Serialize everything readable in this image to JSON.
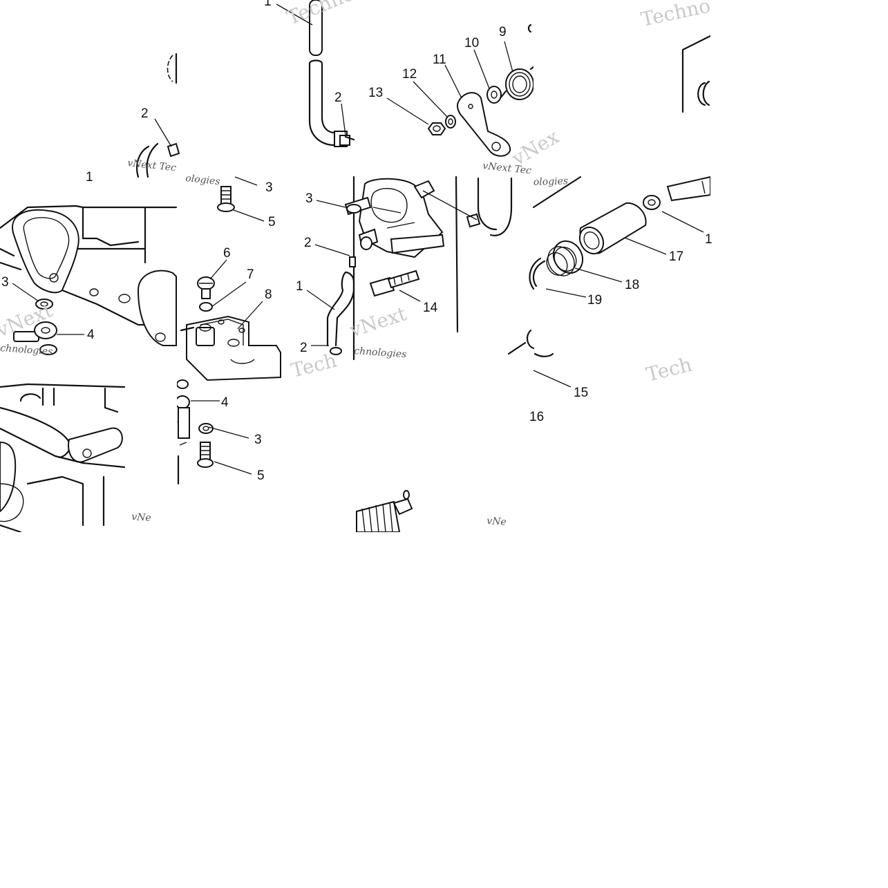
{
  "diagram": {
    "watermarks": {
      "brand": "vNext",
      "brand_alt": "vNex",
      "word": "Technologies",
      "word_partial_1": "Techno",
      "word_partial_2": "Tech",
      "word_partial_3": "Tec",
      "word_partial_4": "chnologies",
      "word_partial_5": "ologies",
      "phrase": "vNext Technologies",
      "phrase_partial": "vNext Tec",
      "phrase_partial_2": "vNe"
    },
    "callouts": {
      "c1_top": "1",
      "c2_top": "2",
      "c2_left": "2",
      "c1_left": "1",
      "c9": "9",
      "c10": "10",
      "c11": "11",
      "c12": "12",
      "c13": "13",
      "c3_a": "3",
      "c5_a": "5",
      "c3_b": "3",
      "c2_b": "2",
      "c1_b": "1",
      "c6": "6",
      "c7": "7",
      "c8": "8",
      "c3_c": "3",
      "c4_a": "4",
      "c2_c": "2",
      "c14": "14",
      "c15": "15",
      "c16": "16",
      "c17": "17",
      "c18": "18",
      "c19": "19",
      "c1_right": "1",
      "c4_b": "4",
      "c3_d": "3",
      "c5_b": "5"
    }
  }
}
